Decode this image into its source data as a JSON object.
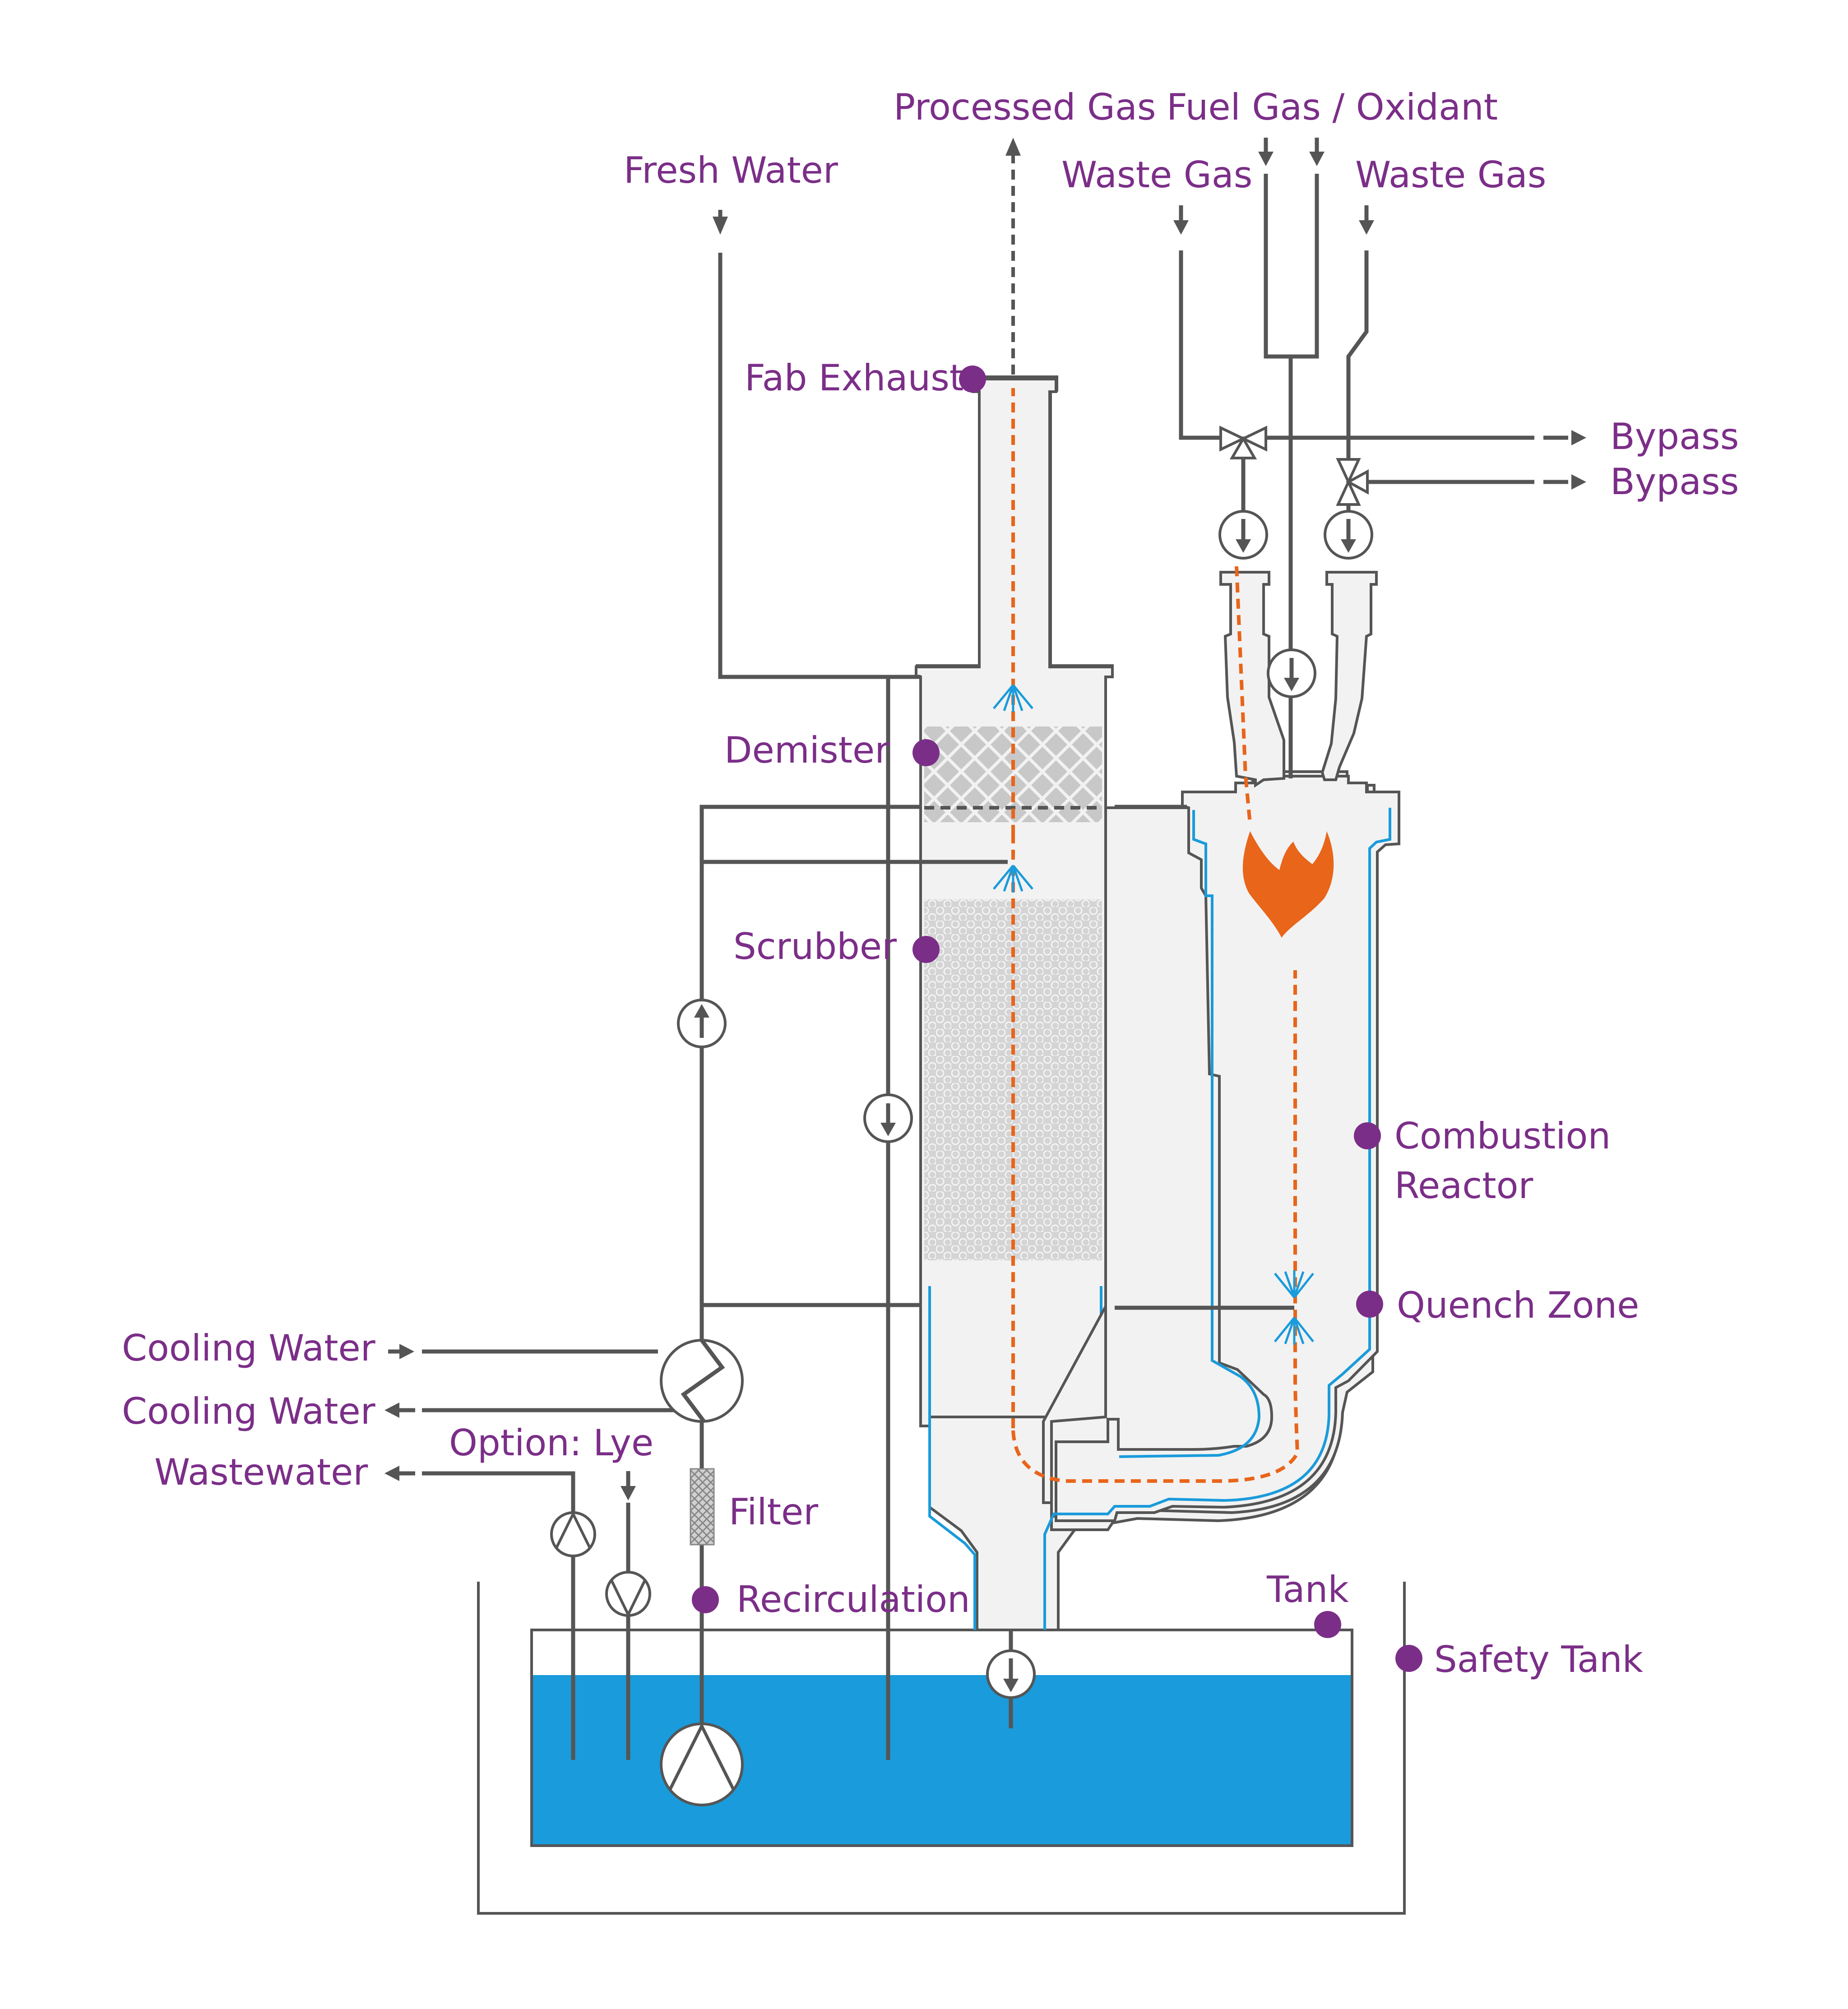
{
  "labels": {
    "processed_gas": "Processed Gas",
    "fuel_gas_oxidant": "Fuel Gas / Oxidant",
    "fresh_water": "Fresh Water",
    "waste_gas_left": "Waste Gas",
    "waste_gas_right": "Waste Gas",
    "fab_exhaust": "Fab Exhaust",
    "bypass_1": "Bypass",
    "bypass_2": "Bypass",
    "demister": "Demister",
    "scrubber": "Scrubber",
    "combustion_reactor_line1": "Combustion",
    "combustion_reactor_line2": "Reactor",
    "quench_zone": "Quench Zone",
    "cooling_water_in": "Cooling Water",
    "cooling_water_out": "Cooling Water",
    "option_lye": "Option: Lye",
    "wastewater": "Wastewater",
    "filter": "Filter",
    "recirculation": "Recirculation",
    "tank": "Tank",
    "safety_tank": "Safety Tank"
  },
  "colors": {
    "label_text": "#7b2e88",
    "pipe": "#555555",
    "vessel_fill": "#f2f2f2",
    "water": "#1a9bdb",
    "gas_flow": "#e8651a",
    "flame": "#e8651a"
  },
  "icons": {
    "flame": "flame-icon",
    "flow_indicator": "flow-arrow-icon",
    "pump": "pump-icon",
    "heat_exchanger": "heat-exchanger-icon",
    "valve": "three-way-valve-icon",
    "spray_nozzle": "spray-nozzle-icon"
  }
}
